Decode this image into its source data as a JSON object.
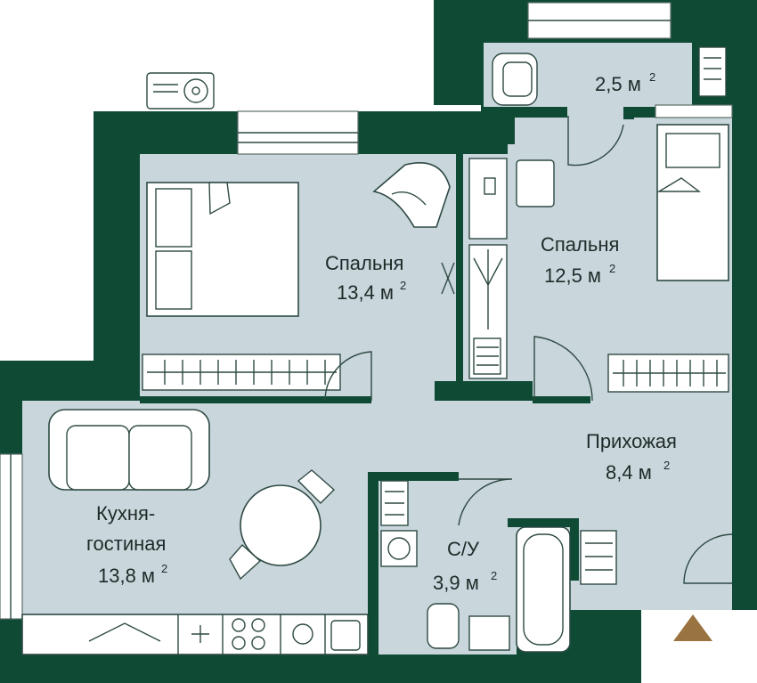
{
  "rooms": {
    "balcony": {
      "area": "2,5 м",
      "unit_sup": "2"
    },
    "bedroom_left": {
      "name": "Спальня",
      "area": "13,4 м",
      "unit_sup": "2"
    },
    "bedroom_right": {
      "name": "Спальня",
      "area": "12,5 м",
      "unit_sup": "2"
    },
    "hallway": {
      "name": "Прихожая",
      "area": "8,4 м",
      "unit_sup": "2"
    },
    "kitchen_living": {
      "name_line1": "Кухня-",
      "name_line2": "гостиная",
      "area": "13,8 м",
      "unit_sup": "2"
    },
    "bathroom": {
      "name": "С/У",
      "area": "3,9 м",
      "unit_sup": "2"
    }
  },
  "colors": {
    "wall": "#0f4a35",
    "floor": "#c9d6db",
    "north_marker": "#9a7440"
  },
  "icons": [
    "ac-unit-icon",
    "north-marker-icon"
  ]
}
